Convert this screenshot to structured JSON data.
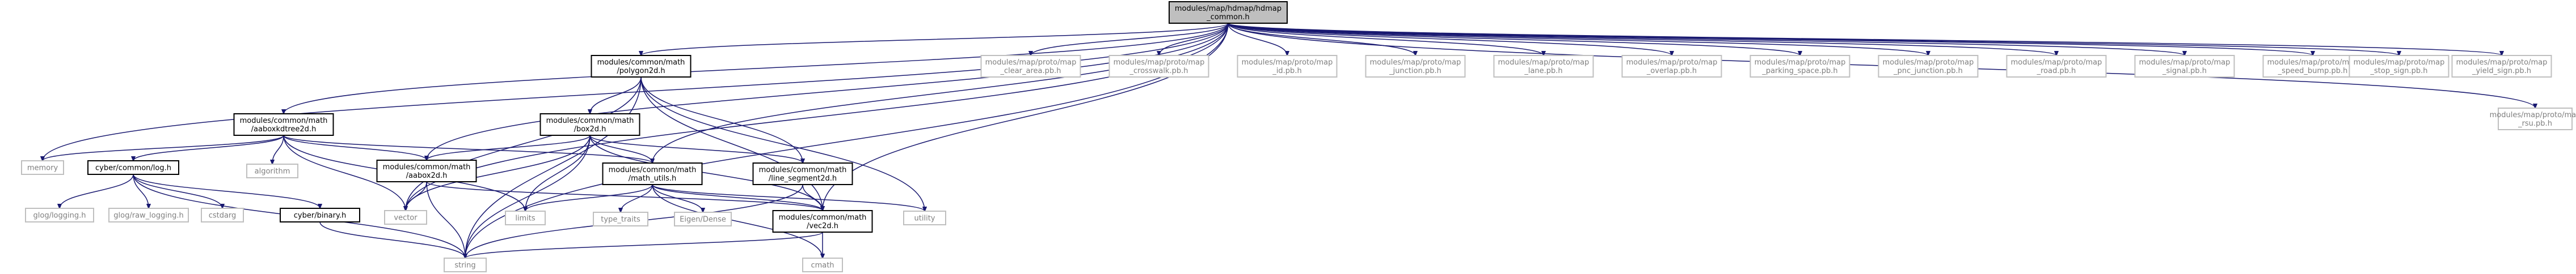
{
  "diagram": {
    "colors": {
      "edge": "#191970",
      "root_fill": "#bfbfbf",
      "documented_border": "#000000",
      "external_border": "#bfbfbf",
      "external_text": "#7f7f7f",
      "text": "#000000"
    },
    "nodes": [
      {
        "id": "root",
        "label": [
          "modules/map/hdmap/hdmap",
          "_common.h"
        ],
        "kind": "root"
      },
      {
        "id": "aabox",
        "label": [
          "modules/common/math",
          "/aaboxkdtree2d.h"
        ],
        "kind": "documented"
      },
      {
        "id": "polygon",
        "label": [
          "modules/common/math",
          "/polygon2d.h"
        ],
        "kind": "documented"
      },
      {
        "id": "box2d",
        "label": [
          "modules/common/math",
          "/box2d.h"
        ],
        "kind": "documented"
      },
      {
        "id": "cyberlog",
        "label": [
          "cyber/common/log.h"
        ],
        "kind": "documented"
      },
      {
        "id": "aabox2d",
        "label": [
          "modules/common/math",
          "/aabox2d.h"
        ],
        "kind": "documented"
      },
      {
        "id": "mathutils",
        "label": [
          "modules/common/math",
          "/math_utils.h"
        ],
        "kind": "documented"
      },
      {
        "id": "lineseg",
        "label": [
          "modules/common/math",
          "/line_segment2d.h"
        ],
        "kind": "documented"
      },
      {
        "id": "binary",
        "label": [
          "cyber/binary.h"
        ],
        "kind": "documented"
      },
      {
        "id": "vec2d",
        "label": [
          "modules/common/math",
          "/vec2d.h"
        ],
        "kind": "documented"
      },
      {
        "id": "memory",
        "label": [
          "memory"
        ],
        "kind": "external"
      },
      {
        "id": "algorithm",
        "label": [
          "algorithm"
        ],
        "kind": "external"
      },
      {
        "id": "glog",
        "label": [
          "glog/logging.h"
        ],
        "kind": "external"
      },
      {
        "id": "rawlog",
        "label": [
          "glog/raw_logging.h"
        ],
        "kind": "external"
      },
      {
        "id": "cstdarg",
        "label": [
          "cstdarg"
        ],
        "kind": "external"
      },
      {
        "id": "vector",
        "label": [
          "vector"
        ],
        "kind": "external"
      },
      {
        "id": "limits",
        "label": [
          "limits"
        ],
        "kind": "external"
      },
      {
        "id": "typetraits",
        "label": [
          "type_traits"
        ],
        "kind": "external"
      },
      {
        "id": "eigen",
        "label": [
          "Eigen/Dense"
        ],
        "kind": "external"
      },
      {
        "id": "utility",
        "label": [
          "utility"
        ],
        "kind": "external"
      },
      {
        "id": "string",
        "label": [
          "string"
        ],
        "kind": "external"
      },
      {
        "id": "cmath",
        "label": [
          "cmath"
        ],
        "kind": "external"
      },
      {
        "id": "clear",
        "label": [
          "modules/map/proto/map",
          "_clear_area.pb.h"
        ],
        "kind": "external"
      },
      {
        "id": "crosswalk",
        "label": [
          "modules/map/proto/map",
          "_crosswalk.pb.h"
        ],
        "kind": "external"
      },
      {
        "id": "mapid",
        "label": [
          "modules/map/proto/map",
          "_id.pb.h"
        ],
        "kind": "external"
      },
      {
        "id": "junction",
        "label": [
          "modules/map/proto/map",
          "_junction.pb.h"
        ],
        "kind": "external"
      },
      {
        "id": "lane",
        "label": [
          "modules/map/proto/map",
          "_lane.pb.h"
        ],
        "kind": "external"
      },
      {
        "id": "overlap",
        "label": [
          "modules/map/proto/map",
          "_overlap.pb.h"
        ],
        "kind": "external"
      },
      {
        "id": "parking",
        "label": [
          "modules/map/proto/map",
          "_parking_space.pb.h"
        ],
        "kind": "external"
      },
      {
        "id": "pnc",
        "label": [
          "modules/map/proto/map",
          "_pnc_junction.pb.h"
        ],
        "kind": "external"
      },
      {
        "id": "road",
        "label": [
          "modules/map/proto/map",
          "_road.pb.h"
        ],
        "kind": "external"
      },
      {
        "id": "signal",
        "label": [
          "modules/map/proto/map",
          "_signal.pb.h"
        ],
        "kind": "external"
      },
      {
        "id": "speedbump",
        "label": [
          "modules/map/proto/map",
          "_speed_bump.pb.h"
        ],
        "kind": "external"
      },
      {
        "id": "stopsign",
        "label": [
          "modules/map/proto/map",
          "_stop_sign.pb.h"
        ],
        "kind": "external"
      },
      {
        "id": "yieldsign",
        "label": [
          "modules/map/proto/map",
          "_yield_sign.pb.h"
        ],
        "kind": "external"
      },
      {
        "id": "rsu",
        "label": [
          "modules/map/proto/map",
          "_rsu.pb.h"
        ],
        "kind": "external"
      }
    ],
    "edges": [
      [
        "root",
        "aabox"
      ],
      [
        "root",
        "polygon"
      ],
      [
        "root",
        "aabox2d"
      ],
      [
        "root",
        "mathutils"
      ],
      [
        "root",
        "vec2d"
      ],
      [
        "root",
        "memory"
      ],
      [
        "root",
        "string"
      ],
      [
        "root",
        "vector"
      ],
      [
        "root",
        "clear"
      ],
      [
        "root",
        "crosswalk"
      ],
      [
        "root",
        "mapid"
      ],
      [
        "root",
        "junction"
      ],
      [
        "root",
        "lane"
      ],
      [
        "root",
        "overlap"
      ],
      [
        "root",
        "parking"
      ],
      [
        "root",
        "pnc"
      ],
      [
        "root",
        "road"
      ],
      [
        "root",
        "signal"
      ],
      [
        "root",
        "speedbump"
      ],
      [
        "root",
        "stopsign"
      ],
      [
        "root",
        "yieldsign"
      ],
      [
        "root",
        "rsu"
      ],
      [
        "aabox",
        "memory"
      ],
      [
        "aabox",
        "cyberlog"
      ],
      [
        "aabox",
        "algorithm"
      ],
      [
        "aabox",
        "aabox2d"
      ],
      [
        "aabox",
        "mathutils"
      ],
      [
        "aabox",
        "vector"
      ],
      [
        "aabox",
        "limits"
      ],
      [
        "polygon",
        "box2d"
      ],
      [
        "polygon",
        "lineseg"
      ],
      [
        "polygon",
        "vec2d"
      ],
      [
        "polygon",
        "vector"
      ],
      [
        "polygon",
        "string"
      ],
      [
        "polygon",
        "utility"
      ],
      [
        "box2d",
        "aabox2d"
      ],
      [
        "box2d",
        "mathutils"
      ],
      [
        "box2d",
        "lineseg"
      ],
      [
        "box2d",
        "vec2d"
      ],
      [
        "box2d",
        "limits"
      ],
      [
        "box2d",
        "string"
      ],
      [
        "box2d",
        "vector"
      ],
      [
        "cyberlog",
        "glog"
      ],
      [
        "cyberlog",
        "rawlog"
      ],
      [
        "cyberlog",
        "cstdarg"
      ],
      [
        "cyberlog",
        "binary"
      ],
      [
        "cyberlog",
        "string"
      ],
      [
        "aabox2d",
        "vec2d"
      ],
      [
        "aabox2d",
        "string"
      ],
      [
        "aabox2d",
        "vector"
      ],
      [
        "mathutils",
        "limits"
      ],
      [
        "mathutils",
        "typetraits"
      ],
      [
        "mathutils",
        "eigen"
      ],
      [
        "mathutils",
        "utility"
      ],
      [
        "mathutils",
        "vec2d"
      ],
      [
        "mathutils",
        "cmath"
      ],
      [
        "lineseg",
        "vec2d"
      ],
      [
        "lineseg",
        "string"
      ],
      [
        "binary",
        "string"
      ],
      [
        "vec2d",
        "cmath"
      ],
      [
        "vec2d",
        "string"
      ]
    ]
  }
}
